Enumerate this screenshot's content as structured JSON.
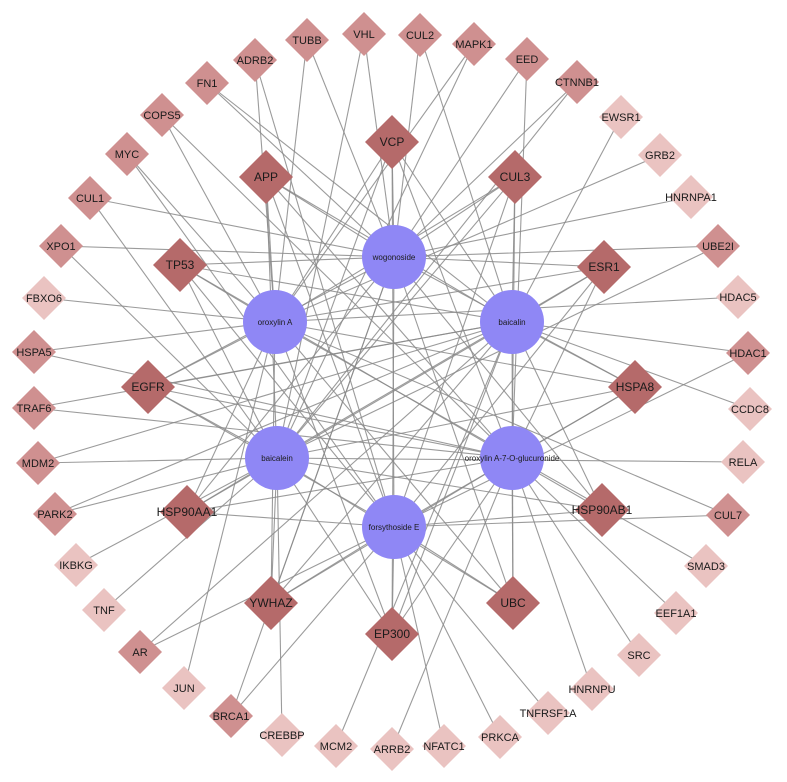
{
  "colors": {
    "compound": "#8f87f5",
    "edge": "#8a8a8a",
    "hub": "#b56a6a",
    "mid": "#c98585",
    "outer_dark": "#cf9090",
    "outer_light": "#eac3c1"
  },
  "compounds": [
    {
      "id": "wogonoside",
      "label": "wogonoside"
    },
    {
      "id": "oroxylin_a",
      "label": "oroxylin A"
    },
    {
      "id": "baicalin",
      "label": "baicalin"
    },
    {
      "id": "baicalein",
      "label": "baicalein"
    },
    {
      "id": "oroxylin_a_7_o_glucuronide",
      "label": "oroxylin A-7-O-glucuronide"
    },
    {
      "id": "forsythoside_e",
      "label": "forsythoside E"
    }
  ],
  "targets": [
    {
      "id": "TUBB",
      "label": "TUBB"
    },
    {
      "id": "VHL",
      "label": "VHL"
    },
    {
      "id": "CUL2",
      "label": "CUL2"
    },
    {
      "id": "MAPK1",
      "label": "MAPK1"
    },
    {
      "id": "EED",
      "label": "EED"
    },
    {
      "id": "CTNNB1",
      "label": "CTNNB1"
    },
    {
      "id": "EWSR1",
      "label": "EWSR1"
    },
    {
      "id": "GRB2",
      "label": "GRB2"
    },
    {
      "id": "HNRNPA1",
      "label": "HNRNPA1"
    },
    {
      "id": "UBE2I",
      "label": "UBE2I"
    },
    {
      "id": "HDAC5",
      "label": "HDAC5"
    },
    {
      "id": "HDAC1",
      "label": "HDAC1"
    },
    {
      "id": "CCDC8",
      "label": "CCDC8"
    },
    {
      "id": "RELA",
      "label": "RELA"
    },
    {
      "id": "CUL7",
      "label": "CUL7"
    },
    {
      "id": "SMAD3",
      "label": "SMAD3"
    },
    {
      "id": "EEF1A1",
      "label": "EEF1A1"
    },
    {
      "id": "SRC",
      "label": "SRC"
    },
    {
      "id": "HNRNPU",
      "label": "HNRNPU"
    },
    {
      "id": "TNFRSF1A",
      "label": "TNFRSF1A"
    },
    {
      "id": "PRKCA",
      "label": "PRKCA"
    },
    {
      "id": "NFATC1",
      "label": "NFATC1"
    },
    {
      "id": "ARRB2",
      "label": "ARRB2"
    },
    {
      "id": "MCM2",
      "label": "MCM2"
    },
    {
      "id": "CREBBP",
      "label": "CREBBP"
    },
    {
      "id": "BRCA1",
      "label": "BRCA1"
    },
    {
      "id": "JUN",
      "label": "JUN"
    },
    {
      "id": "AR",
      "label": "AR"
    },
    {
      "id": "TNF",
      "label": "TNF"
    },
    {
      "id": "IKBKG",
      "label": "IKBKG"
    },
    {
      "id": "PARK2",
      "label": "PARK2"
    },
    {
      "id": "MDM2",
      "label": "MDM2"
    },
    {
      "id": "TRAF6",
      "label": "TRAF6"
    },
    {
      "id": "HSPA5",
      "label": "HSPA5"
    },
    {
      "id": "FBXO6",
      "label": "FBXO6"
    },
    {
      "id": "XPO1",
      "label": "XPO1"
    },
    {
      "id": "CUL1",
      "label": "CUL1"
    },
    {
      "id": "MYC",
      "label": "MYC"
    },
    {
      "id": "COPS5",
      "label": "COPS5"
    },
    {
      "id": "FN1",
      "label": "FN1"
    },
    {
      "id": "ADRB2",
      "label": "ADRB2"
    },
    {
      "id": "VCP",
      "label": "VCP"
    },
    {
      "id": "APP",
      "label": "APP"
    },
    {
      "id": "CUL3",
      "label": "CUL3"
    },
    {
      "id": "TP53",
      "label": "TP53"
    },
    {
      "id": "ESR1",
      "label": "ESR1"
    },
    {
      "id": "EGFR",
      "label": "EGFR"
    },
    {
      "id": "HSPA8",
      "label": "HSPA8"
    },
    {
      "id": "HSP90AA1",
      "label": "HSP90AA1"
    },
    {
      "id": "HSP90AB1",
      "label": "HSP90AB1"
    },
    {
      "id": "YWHAZ",
      "label": "YWHAZ"
    },
    {
      "id": "UBC",
      "label": "UBC"
    },
    {
      "id": "EP300",
      "label": "EP300"
    }
  ],
  "edges": [
    [
      "wogonoside",
      "VHL"
    ],
    [
      "wogonoside",
      "CUL2"
    ],
    [
      "wogonoside",
      "EED"
    ],
    [
      "wogonoside",
      "CTNNB1"
    ],
    [
      "wogonoside",
      "HNRNPA1"
    ],
    [
      "wogonoside",
      "UBE2I"
    ],
    [
      "wogonoside",
      "VCP"
    ],
    [
      "wogonoside",
      "APP"
    ],
    [
      "wogonoside",
      "CUL3"
    ],
    [
      "wogonoside",
      "TP53"
    ],
    [
      "wogonoside",
      "ESR1"
    ],
    [
      "wogonoside",
      "EGFR"
    ],
    [
      "wogonoside",
      "HSPA8"
    ],
    [
      "wogonoside",
      "HSP90AA1"
    ],
    [
      "wogonoside",
      "HSP90AB1"
    ],
    [
      "wogonoside",
      "YWHAZ"
    ],
    [
      "wogonoside",
      "UBC"
    ],
    [
      "wogonoside",
      "EP300"
    ],
    [
      "wogonoside",
      "BRCA1"
    ],
    [
      "wogonoside",
      "XPO1"
    ],
    [
      "wogonoside",
      "CUL1"
    ],
    [
      "wogonoside",
      "FN1"
    ],
    [
      "wogonoside",
      "TUBB"
    ],
    [
      "oroxylin_a",
      "TUBB"
    ],
    [
      "oroxylin_a",
      "MAPK1"
    ],
    [
      "oroxylin_a",
      "GRB2"
    ],
    [
      "oroxylin_a",
      "HDAC5"
    ],
    [
      "oroxylin_a",
      "CUL7"
    ],
    [
      "oroxylin_a",
      "SMAD3"
    ],
    [
      "oroxylin_a",
      "VCP"
    ],
    [
      "oroxylin_a",
      "APP"
    ],
    [
      "oroxylin_a",
      "CUL3"
    ],
    [
      "oroxylin_a",
      "TP53"
    ],
    [
      "oroxylin_a",
      "ESR1"
    ],
    [
      "oroxylin_a",
      "EGFR"
    ],
    [
      "oroxylin_a",
      "HSPA8"
    ],
    [
      "oroxylin_a",
      "HSP90AA1"
    ],
    [
      "oroxylin_a",
      "YWHAZ"
    ],
    [
      "oroxylin_a",
      "UBC"
    ],
    [
      "oroxylin_a",
      "EP300"
    ],
    [
      "oroxylin_a",
      "JUN"
    ],
    [
      "oroxylin_a",
      "MYC"
    ],
    [
      "oroxylin_a",
      "COPS5"
    ],
    [
      "oroxylin_a",
      "HSPA5"
    ],
    [
      "oroxylin_a",
      "FBXO6"
    ],
    [
      "oroxylin_a",
      "ADRB2"
    ],
    [
      "baicalin",
      "CUL2"
    ],
    [
      "baicalin",
      "EWSR1"
    ],
    [
      "baicalin",
      "HDAC1"
    ],
    [
      "baicalin",
      "CCDC8"
    ],
    [
      "baicalin",
      "VCP"
    ],
    [
      "baicalin",
      "APP"
    ],
    [
      "baicalin",
      "CUL3"
    ],
    [
      "baicalin",
      "TP53"
    ],
    [
      "baicalin",
      "ESR1"
    ],
    [
      "baicalin",
      "EGFR"
    ],
    [
      "baicalin",
      "HSPA8"
    ],
    [
      "baicalin",
      "HSP90AA1"
    ],
    [
      "baicalin",
      "HSP90AB1"
    ],
    [
      "baicalin",
      "YWHAZ"
    ],
    [
      "baicalin",
      "UBC"
    ],
    [
      "baicalin",
      "EP300"
    ],
    [
      "baicalin",
      "MCM2"
    ],
    [
      "baicalin",
      "AR"
    ],
    [
      "baicalin",
      "TRAF6"
    ],
    [
      "baicalin",
      "MDM2"
    ],
    [
      "baicalin",
      "FN1"
    ],
    [
      "baicalin",
      "PARK2"
    ],
    [
      "baicalein",
      "VHL"
    ],
    [
      "baicalein",
      "MAPK1"
    ],
    [
      "baicalein",
      "CTNNB1"
    ],
    [
      "baicalein",
      "UBE2I"
    ],
    [
      "baicalein",
      "RELA"
    ],
    [
      "baicalein",
      "VCP"
    ],
    [
      "baicalein",
      "APP"
    ],
    [
      "baicalein",
      "CUL3"
    ],
    [
      "baicalein",
      "TP53"
    ],
    [
      "baicalein",
      "ESR1"
    ],
    [
      "baicalein",
      "EGFR"
    ],
    [
      "baicalein",
      "HSPA8"
    ],
    [
      "baicalein",
      "HSP90AA1"
    ],
    [
      "baicalein",
      "HSP90AB1"
    ],
    [
      "baicalein",
      "YWHAZ"
    ],
    [
      "baicalein",
      "UBC"
    ],
    [
      "baicalein",
      "EP300"
    ],
    [
      "baicalein",
      "CREBBP"
    ],
    [
      "baicalein",
      "TNF"
    ],
    [
      "baicalein",
      "IKBKG"
    ],
    [
      "baicalein",
      "MDM2"
    ],
    [
      "baicalein",
      "PARK2"
    ],
    [
      "baicalein",
      "CUL1"
    ],
    [
      "baicalein",
      "XPO1"
    ],
    [
      "oroxylin_a_7_o_glucuronide",
      "EED"
    ],
    [
      "oroxylin_a_7_o_glucuronide",
      "EEF1A1"
    ],
    [
      "oroxylin_a_7_o_glucuronide",
      "SRC"
    ],
    [
      "oroxylin_a_7_o_glucuronide",
      "HNRNPU"
    ],
    [
      "oroxylin_a_7_o_glucuronide",
      "VCP"
    ],
    [
      "oroxylin_a_7_o_glucuronide",
      "APP"
    ],
    [
      "oroxylin_a_7_o_glucuronide",
      "CUL3"
    ],
    [
      "oroxylin_a_7_o_glucuronide",
      "TP53"
    ],
    [
      "oroxylin_a_7_o_glucuronide",
      "ESR1"
    ],
    [
      "oroxylin_a_7_o_glucuronide",
      "EGFR"
    ],
    [
      "oroxylin_a_7_o_glucuronide",
      "HSPA8"
    ],
    [
      "oroxylin_a_7_o_glucuronide",
      "HSP90AA1"
    ],
    [
      "oroxylin_a_7_o_glucuronide",
      "HSP90AB1"
    ],
    [
      "oroxylin_a_7_o_glucuronide",
      "YWHAZ"
    ],
    [
      "oroxylin_a_7_o_glucuronide",
      "UBC"
    ],
    [
      "oroxylin_a_7_o_glucuronide",
      "EP300"
    ],
    [
      "oroxylin_a_7_o_glucuronide",
      "ARRB2"
    ],
    [
      "oroxylin_a_7_o_glucuronide",
      "TRAF6"
    ],
    [
      "oroxylin_a_7_o_glucuronide",
      "HSPA5"
    ],
    [
      "oroxylin_a_7_o_glucuronide",
      "COPS5"
    ],
    [
      "forsythoside_e",
      "TNFRSF1A"
    ],
    [
      "forsythoside_e",
      "PRKCA"
    ],
    [
      "forsythoside_e",
      "NFATC1"
    ],
    [
      "forsythoside_e",
      "VCP"
    ],
    [
      "forsythoside_e",
      "APP"
    ],
    [
      "forsythoside_e",
      "CUL3"
    ],
    [
      "forsythoside_e",
      "TP53"
    ],
    [
      "forsythoside_e",
      "ESR1"
    ],
    [
      "forsythoside_e",
      "EGFR"
    ],
    [
      "forsythoside_e",
      "HSPA8"
    ],
    [
      "forsythoside_e",
      "HSP90AA1"
    ],
    [
      "forsythoside_e",
      "HSP90AB1"
    ],
    [
      "forsythoside_e",
      "YWHAZ"
    ],
    [
      "forsythoside_e",
      "UBC"
    ],
    [
      "forsythoside_e",
      "EP300"
    ],
    [
      "forsythoside_e",
      "BRCA1"
    ],
    [
      "forsythoside_e",
      "AR"
    ],
    [
      "forsythoside_e",
      "ADRB2"
    ],
    [
      "forsythoside_e",
      "MYC"
    ],
    [
      "forsythoside_e",
      "HDAC1"
    ],
    [
      "forsythoside_e",
      "CUL7"
    ]
  ]
}
